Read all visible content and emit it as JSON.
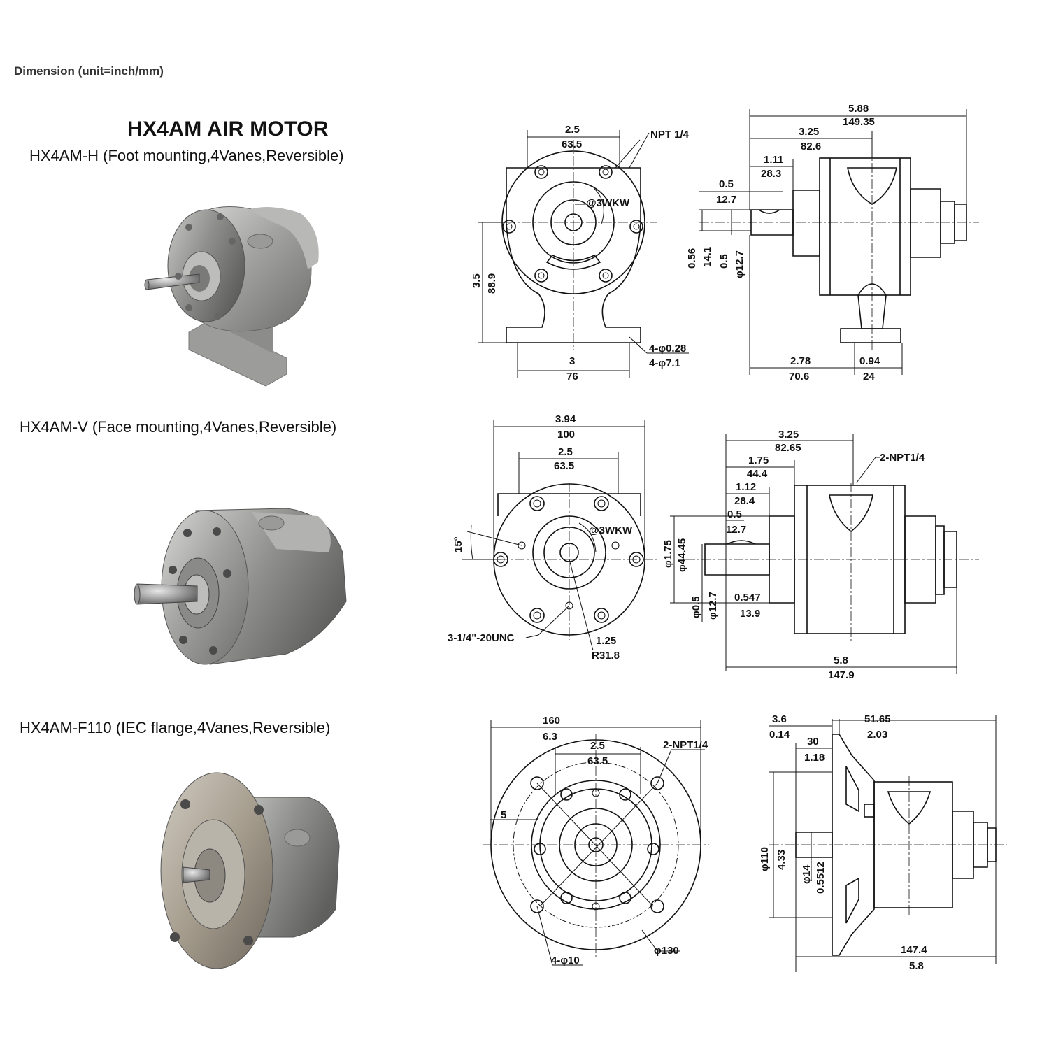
{
  "header": {
    "unit_note": "Dimension (unit=inch/mm)",
    "title": "HX4AM AIR MOTOR"
  },
  "models": [
    {
      "label": "HX4AM-H (Foot mounting,4Vanes,Reversible)",
      "front": {
        "bolt_w_in": "2.5",
        "bolt_w_mm": "63.5",
        "port": "NPT 1/4",
        "rotation": "@3WKW",
        "height_in": "3.5",
        "height_mm": "88.9",
        "base_in": "3",
        "base_mm": "76",
        "holes_in": "4-φ0.28",
        "holes_mm": "4-φ7.1"
      },
      "side": {
        "total_in": "5.88",
        "total_mm": "149.35",
        "body_in": "3.25",
        "body_mm": "82.6",
        "shaft_in": "1.11",
        "shaft_mm": "28.3",
        "key_in": "0.5",
        "key_mm": "12.7",
        "keyh_in": "0.56",
        "keyh_mm": "14.1",
        "shaftd_in": "0.5",
        "shaftd_mm": "φ12.7",
        "foot_in": "2.78",
        "foot_mm": "70.6",
        "footw_in": "0.94",
        "footw_mm": "24"
      }
    },
    {
      "label": "HX4AM-V (Face mounting,4Vanes,Reversible)",
      "front": {
        "width_in": "3.94",
        "width_mm": "100",
        "bolt_w_in": "2.5",
        "bolt_w_mm": "63.5",
        "rotation": "@3WKW",
        "angle": "15°",
        "thread": "3-1/4\"-20UNC",
        "radius_in": "1.25",
        "radius_mm": "R31.8"
      },
      "side": {
        "body_in": "3.25",
        "body_mm": "82.65",
        "port": "2-NPT1/4",
        "pilot_l_in": "1.75",
        "pilot_l_mm": "44.4",
        "shaft_in": "1.12",
        "shaft_mm": "28.4",
        "key_in": "0.5",
        "key_mm": "12.7",
        "pilot_d_in": "φ1.75",
        "pilot_d_mm": "φ44.45",
        "shaftd_in": "φ0.5",
        "shaftd_mm": "φ12.7",
        "keyd_in": "0.547",
        "keyd_mm": "13.9",
        "total_in": "5.8",
        "total_mm": "147.9"
      }
    },
    {
      "label": "HX4AM-F110 (IEC flange,4Vanes,Reversible)",
      "front": {
        "flange_mm": "160",
        "flange_in": "6.3",
        "bolt_w_in": "2.5",
        "bolt_w_mm": "63.5",
        "port": "2-NPT1/4",
        "five": "5",
        "pcd": "φ130",
        "holes": "4-φ10"
      },
      "side": {
        "flange_t_mm": "3.6",
        "flange_t_in": "0.14",
        "flange_l_mm": "51.65",
        "flange_l_in": "2.03",
        "pilot_l_mm": "30",
        "pilot_l_in": "1.18",
        "pilot_d_mm": "φ110",
        "pilot_d_in": "4.33",
        "shaftd_mm": "φ14",
        "shaftd_in": "0.5512",
        "total_mm": "147.4",
        "total_in": "5.8"
      }
    }
  ]
}
